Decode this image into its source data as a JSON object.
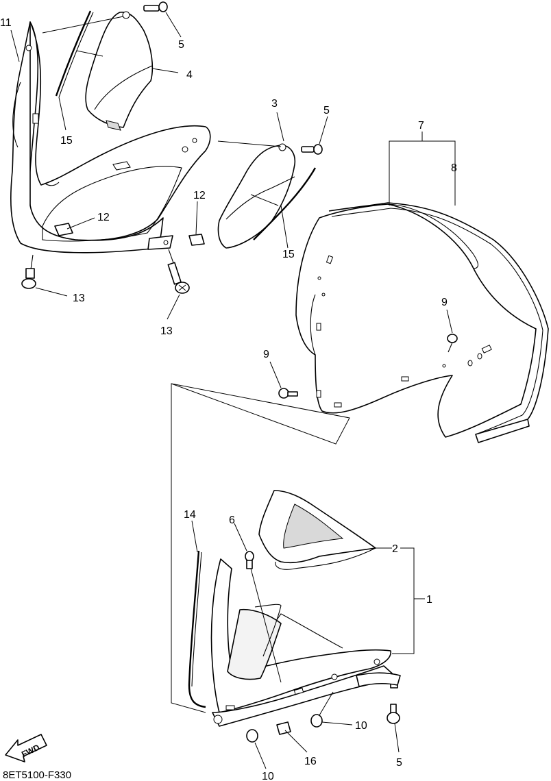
{
  "diagram_code": "8ET5100-F330",
  "fwd_label": "FWD",
  "callouts": {
    "c1": "1",
    "c2": "2",
    "c3": "3",
    "c4": "4",
    "c5a": "5",
    "c5b": "5",
    "c5c": "5",
    "c6": "6",
    "c7": "7",
    "c8": "8",
    "c9a": "9",
    "c9b": "9",
    "c10a": "10",
    "c10b": "10",
    "c11": "11",
    "c12a": "12",
    "c12b": "12",
    "c13a": "13",
    "c13b": "13",
    "c14": "14",
    "c15a": "15",
    "c15b": "15",
    "c16": "16"
  }
}
